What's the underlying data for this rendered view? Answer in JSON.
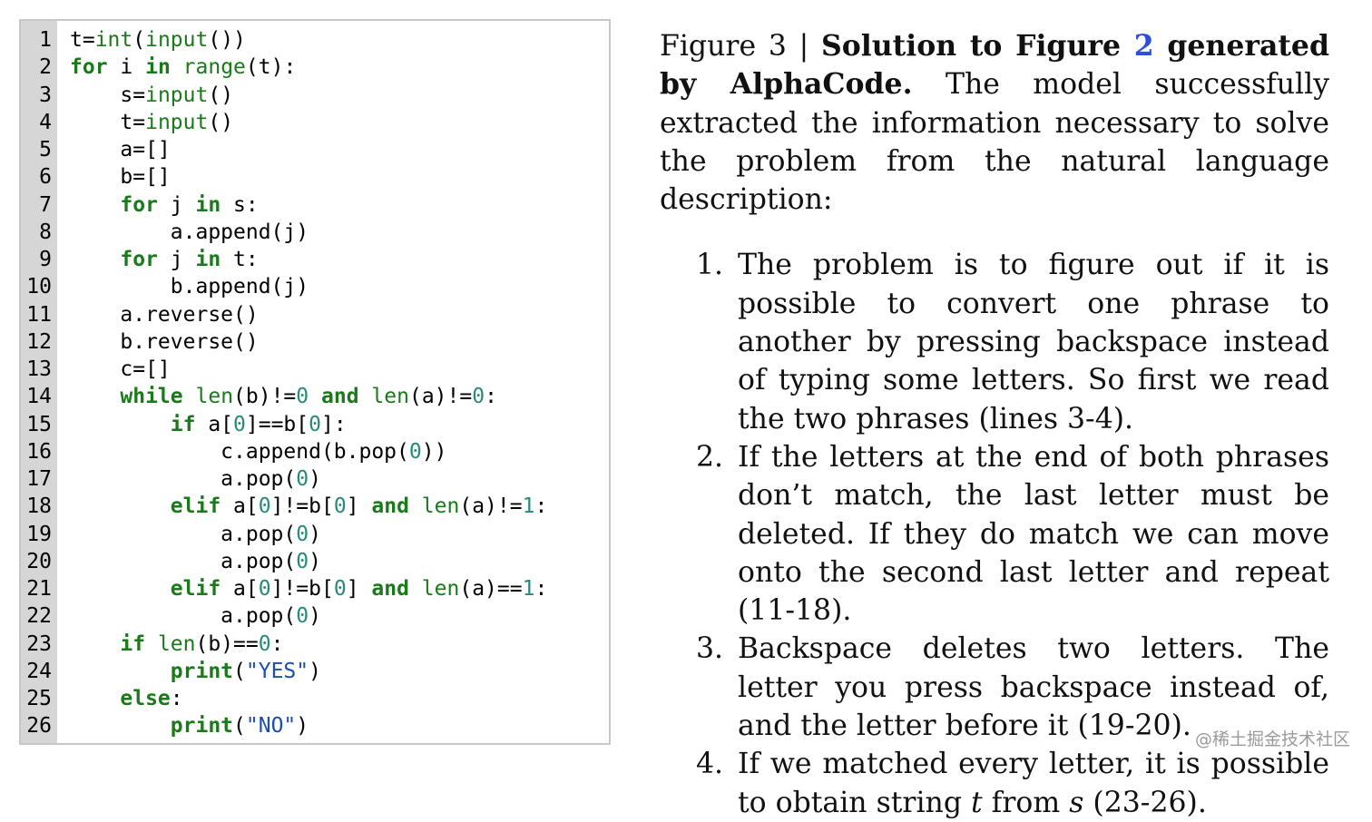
{
  "code": {
    "lines": [
      {
        "n": "1",
        "html": "t=<span class=\"b\">int</span>(<span class=\"b\">input</span>())"
      },
      {
        "n": "2",
        "html": "<span class=\"k\">for</span> i <span class=\"k\">in</span> <span class=\"b\">range</span>(t):"
      },
      {
        "n": "3",
        "html": "    s=<span class=\"b\">input</span>()"
      },
      {
        "n": "4",
        "html": "    t=<span class=\"b\">input</span>()"
      },
      {
        "n": "5",
        "html": "    a=[]"
      },
      {
        "n": "6",
        "html": "    b=[]"
      },
      {
        "n": "7",
        "html": "    <span class=\"k\">for</span> j <span class=\"k\">in</span> s:"
      },
      {
        "n": "8",
        "html": "        a.append(j)"
      },
      {
        "n": "9",
        "html": "    <span class=\"k\">for</span> j <span class=\"k\">in</span> t:"
      },
      {
        "n": "10",
        "html": "        b.append(j)"
      },
      {
        "n": "11",
        "html": "    a.reverse()"
      },
      {
        "n": "12",
        "html": "    b.reverse()"
      },
      {
        "n": "13",
        "html": "    c=[]"
      },
      {
        "n": "14",
        "html": "    <span class=\"k\">while</span> <span class=\"b\">len</span>(b)!=<span class=\"n\">0</span> <span class=\"k\">and</span> <span class=\"b\">len</span>(a)!=<span class=\"n\">0</span>:"
      },
      {
        "n": "15",
        "html": "        <span class=\"k\">if</span> a[<span class=\"n\">0</span>]==b[<span class=\"n\">0</span>]:"
      },
      {
        "n": "16",
        "html": "            c.append(b.pop(<span class=\"n\">0</span>))"
      },
      {
        "n": "17",
        "html": "            a.pop(<span class=\"n\">0</span>)"
      },
      {
        "n": "18",
        "html": "        <span class=\"k\">elif</span> a[<span class=\"n\">0</span>]!=b[<span class=\"n\">0</span>] <span class=\"k\">and</span> <span class=\"b\">len</span>(a)!=<span class=\"n\">1</span>:"
      },
      {
        "n": "19",
        "html": "            a.pop(<span class=\"n\">0</span>)"
      },
      {
        "n": "20",
        "html": "            a.pop(<span class=\"n\">0</span>)"
      },
      {
        "n": "21",
        "html": "        <span class=\"k\">elif</span> a[<span class=\"n\">0</span>]!=b[<span class=\"n\">0</span>] <span class=\"k\">and</span> <span class=\"b\">len</span>(a)==<span class=\"n\">1</span>:"
      },
      {
        "n": "22",
        "html": "            a.pop(<span class=\"n\">0</span>)"
      },
      {
        "n": "23",
        "html": "    <span class=\"k\">if</span> <span class=\"b\">len</span>(b)==<span class=\"n\">0</span>:"
      },
      {
        "n": "24",
        "html": "        <span class=\"k\">print</span>(<span class=\"s\">\"YES\"</span>)"
      },
      {
        "n": "25",
        "html": "    <span class=\"k\">else</span>:"
      },
      {
        "n": "26",
        "html": "        <span class=\"k\">print</span>(<span class=\"s\">\"NO\"</span>)"
      }
    ]
  },
  "caption": {
    "label": "Figure 3 | ",
    "bold_before": "Solution to Figure ",
    "fig_ref": "2",
    "bold_after": " generated by AlphaCode.",
    "body": " The model successfully extracted the information necessary to solve the problem from the natural language description:"
  },
  "steps": [
    {
      "num": "1.",
      "html": "The problem is to figure out if it is possible to convert one phrase to another by pressing backspace instead of typing some letters. So first we read the two phrases (lines 3-4)."
    },
    {
      "num": "2.",
      "html": "If the letters at the end of both phrases don’t match, the last letter must be deleted. If they do match we can move onto the second last letter and repeat (11-18)."
    },
    {
      "num": "3.",
      "html": "Backspace deletes two letters. The letter you press backspace instead of, and the letter be­fore it (19-20)."
    },
    {
      "num": "4.",
      "html": "If we matched every letter, it is possible to obtain string <i>t</i> from <i>s</i> (23-26)."
    }
  ],
  "watermark": "@稀土掘金技术社区",
  "colors": {
    "keyword": "#1a7a1a",
    "number": "#2a8a7a",
    "string": "#1a4fb0",
    "fig_ref": "#2b4fd8",
    "gutter": "#d6d6d6"
  }
}
